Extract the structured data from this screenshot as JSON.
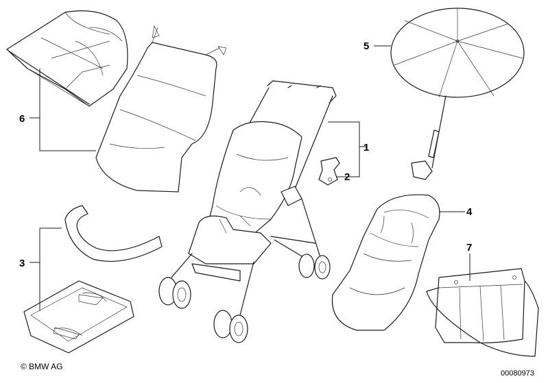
{
  "callouts": {
    "one": "1",
    "two": "2",
    "three": "3",
    "four": "4",
    "five": "5",
    "six": "6",
    "seven": "7"
  },
  "footer": {
    "copyright": "© BMW AG",
    "document_number": "00080973"
  }
}
